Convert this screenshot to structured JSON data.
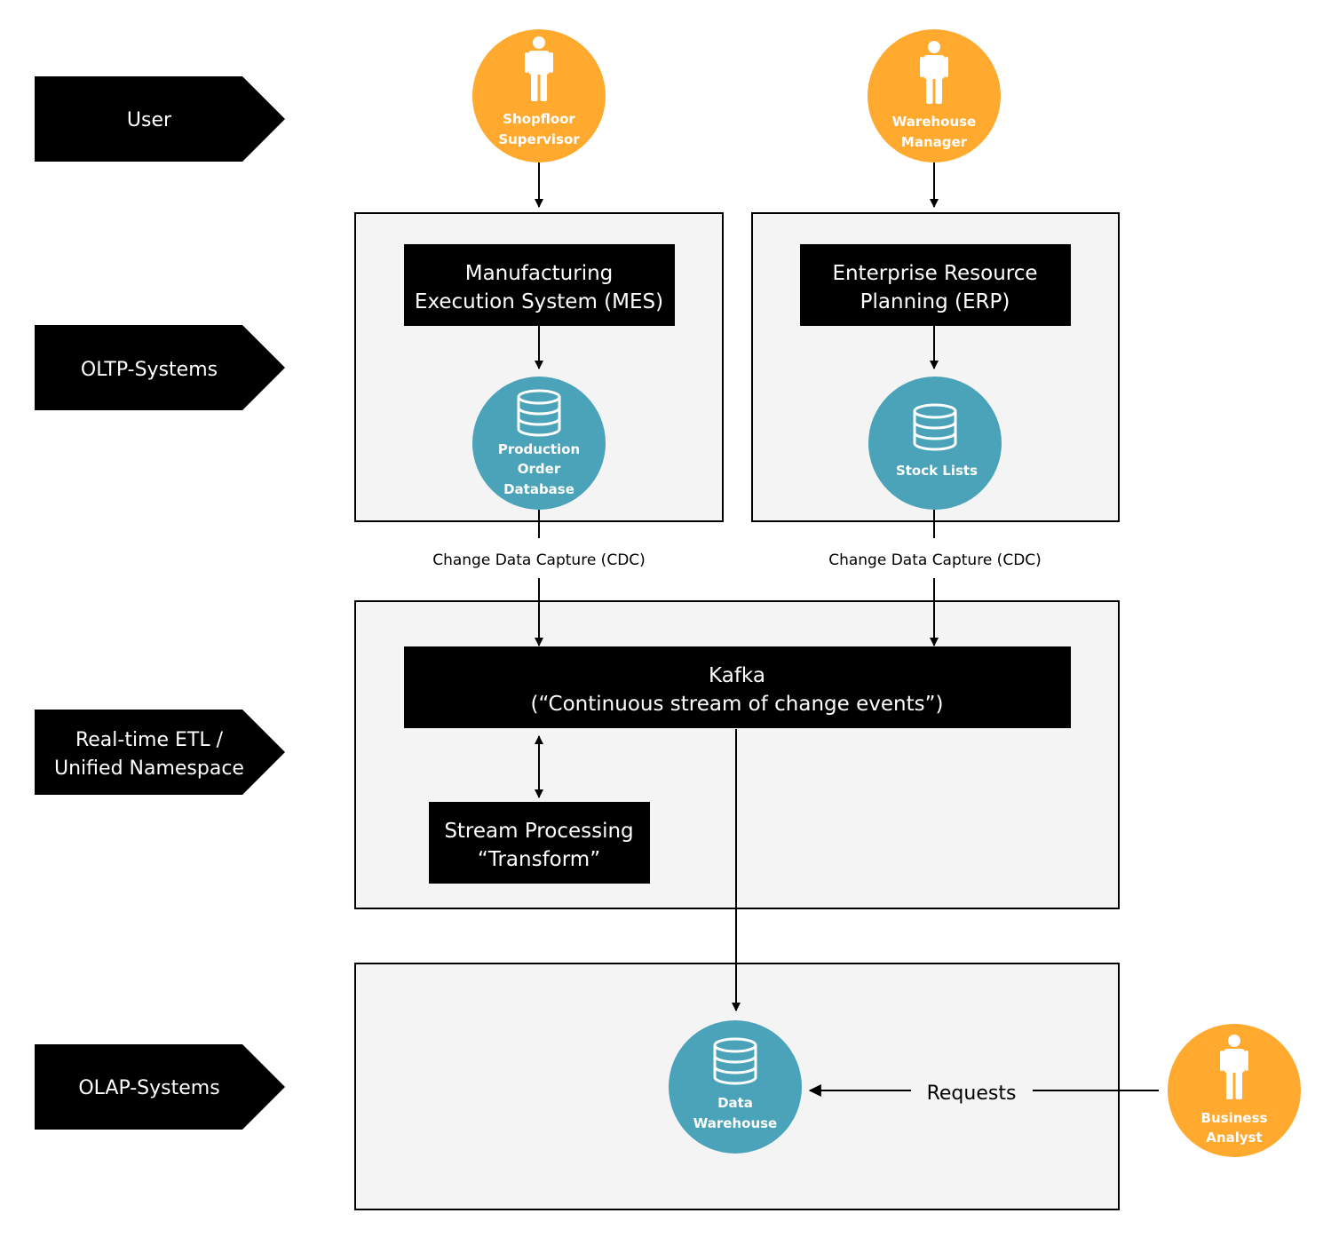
{
  "colors": {
    "lane_fill": "#000000",
    "container_fill": "#f4f4f4",
    "container_stroke": "#000000",
    "system_fill": "#000000",
    "user_fill": "#ffa92e",
    "db_fill": "#4aa3b8",
    "text_light": "#ffffff",
    "text_dark": "#000000"
  },
  "lanes": [
    {
      "id": "lane-user",
      "lines": [
        "User"
      ]
    },
    {
      "id": "lane-oltp",
      "lines": [
        "OLTP-Systems"
      ]
    },
    {
      "id": "lane-etl",
      "lines": [
        "Real-time ETL /",
        "Unified Namespace"
      ]
    },
    {
      "id": "lane-olap",
      "lines": [
        "OLAP-Systems"
      ]
    }
  ],
  "users": [
    {
      "id": "shopfloor-supervisor",
      "icon": "person-icon",
      "lines": [
        "Shopfloor",
        "Supervisor"
      ]
    },
    {
      "id": "warehouse-manager",
      "icon": "person-icon",
      "lines": [
        "Warehouse",
        "Manager"
      ]
    },
    {
      "id": "business-analyst",
      "icon": "person-icon",
      "lines": [
        "Business",
        "Analyst"
      ]
    }
  ],
  "systems": [
    {
      "id": "mes",
      "lines": [
        "Manufacturing",
        "Execution System (MES)"
      ]
    },
    {
      "id": "erp",
      "lines": [
        "Enterprise Resource",
        "Planning (ERP)"
      ]
    },
    {
      "id": "kafka",
      "lines": [
        "Kafka",
        "(“Continuous stream of change events”)"
      ]
    },
    {
      "id": "stream-processing",
      "lines": [
        "Stream Processing",
        "“Transform”"
      ]
    }
  ],
  "databases": [
    {
      "id": "production-order-database",
      "icon": "database-icon",
      "lines": [
        "Production",
        "Order",
        "Database"
      ]
    },
    {
      "id": "stock-lists",
      "icon": "database-icon",
      "lines": [
        "Stock Lists"
      ]
    },
    {
      "id": "data-warehouse",
      "icon": "database-icon",
      "lines": [
        "Data",
        "Warehouse"
      ]
    }
  ],
  "edge_labels": {
    "cdc_mes": "Change Data Capture (CDC)",
    "cdc_erp": "Change Data Capture (CDC)",
    "requests": "Requests"
  }
}
